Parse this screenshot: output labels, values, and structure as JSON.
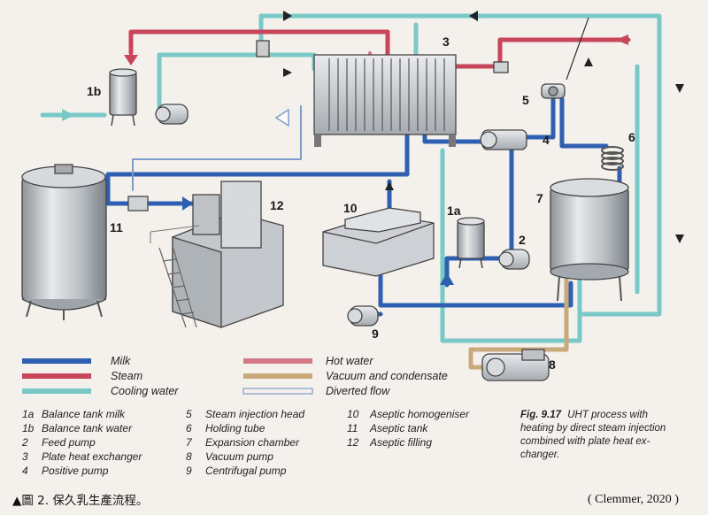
{
  "colors": {
    "milk": "#2f5fb0",
    "steam": "#c8455a",
    "cooling_water": "#78c9c8",
    "hot_water": "#d27a86",
    "vacuum": "#c9a87c",
    "diverted": "#7e9cc9",
    "equipment": "#c4c8cc",
    "background": "#f4f1ec"
  },
  "labels": {
    "n1b": "1b",
    "n1a": "1a",
    "n2": "2",
    "n3": "3",
    "n4": "4",
    "n5": "5",
    "n6": "6",
    "n7": "7",
    "n8": "8",
    "n9": "9",
    "n10": "10",
    "n11": "11",
    "n12": "12"
  },
  "legend": {
    "milk": "Milk",
    "steam": "Steam",
    "cooling_water": "Cooling water",
    "hot_water": "Hot water",
    "vacuum": "Vacuum and condensate",
    "diverted": "Diverted flow"
  },
  "key": {
    "col1": [
      {
        "num": "1a",
        "text": "Balance tank milk"
      },
      {
        "num": "1b",
        "text": "Balance tank water"
      },
      {
        "num": "2",
        "text": "Feed pump"
      },
      {
        "num": "3",
        "text": "Plate heat exchanger"
      },
      {
        "num": "4",
        "text": "Positive pump"
      }
    ],
    "col2": [
      {
        "num": "5",
        "text": "Steam injection head"
      },
      {
        "num": "6",
        "text": "Holding tube"
      },
      {
        "num": "7",
        "text": "Expansion chamber"
      },
      {
        "num": "8",
        "text": "Vacuum pump"
      },
      {
        "num": "9",
        "text": "Centrifugal pump"
      }
    ],
    "col3": [
      {
        "num": "10",
        "text": "Aseptic homogeniser"
      },
      {
        "num": "11",
        "text": "Aseptic tank"
      },
      {
        "num": "12",
        "text": "Aseptic filling"
      }
    ]
  },
  "figure": {
    "label": "Fig. 9.17",
    "line1": "UHT process with",
    "line2": "heating by direct steam injection",
    "line3": "combined with plate heat ex-",
    "line4": "changer."
  },
  "caption": "▲圖 2. 保久乳生產流程。",
  "citation": "( Clemmer, 2020 )"
}
